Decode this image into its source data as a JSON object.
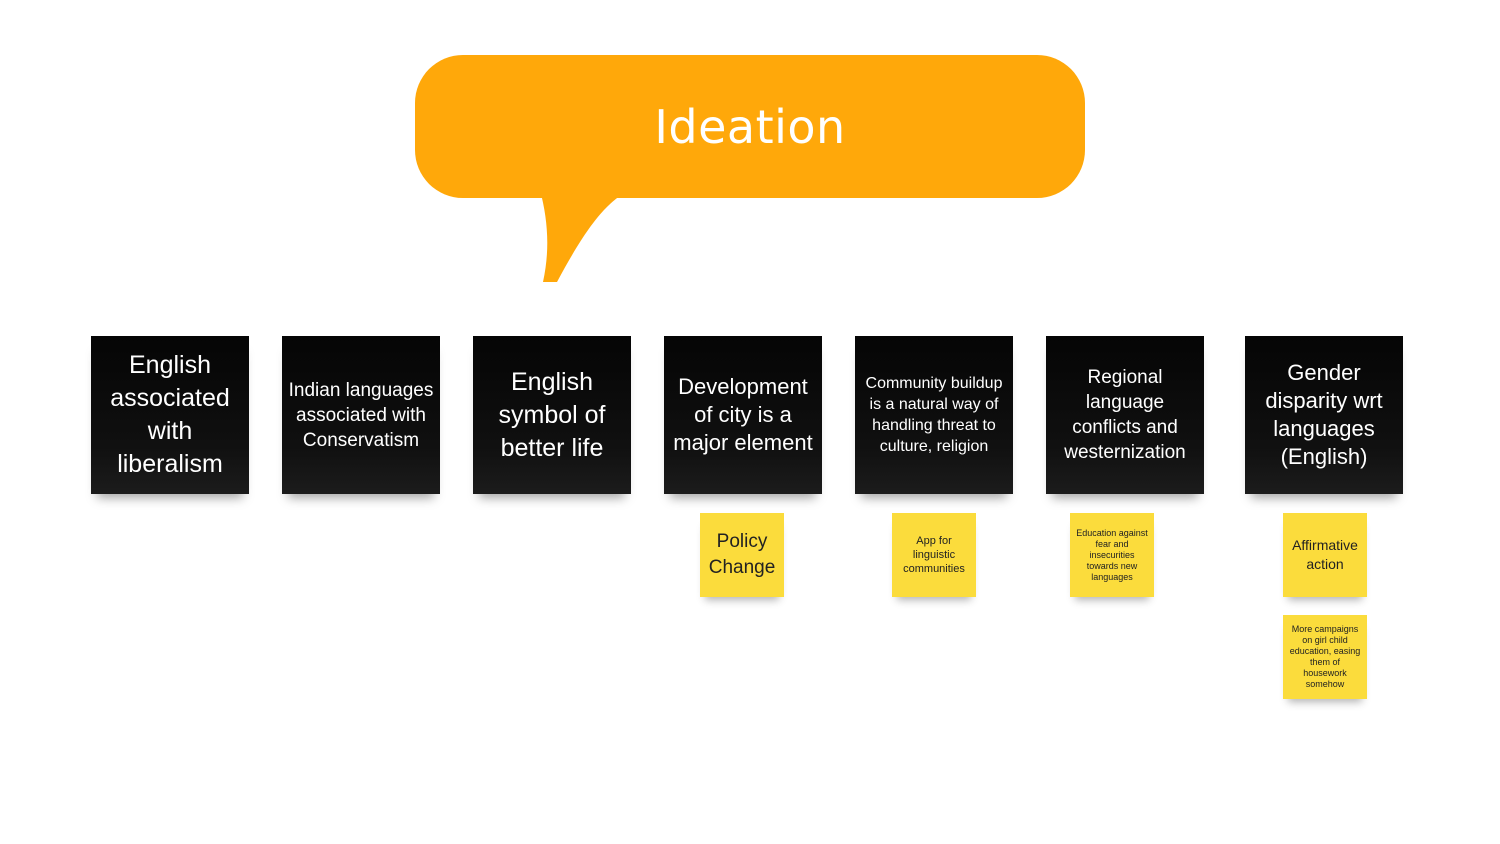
{
  "title": "Ideation",
  "colors": {
    "bubble": "#ffa80a",
    "note_dark": "#0a0a0a",
    "note_yellow": "#fbdc3c"
  },
  "notes": [
    {
      "text": "English associated with liberalism"
    },
    {
      "text": "Indian languages associated with Conservatism"
    },
    {
      "text": "English symbol of better life"
    },
    {
      "text": "Development of city is a major element"
    },
    {
      "text": "Community buildup is a natural way of handling threat to culture, religion"
    },
    {
      "text": "Regional language conflicts and westernization"
    },
    {
      "text": "Gender disparity wrt languages (English)"
    }
  ],
  "ideas": [
    {
      "text": "Policy Change"
    },
    {
      "text": "App for linguistic communities"
    },
    {
      "text": "Education against fear and insecurities towards new languages"
    },
    {
      "text": "Affirmative action"
    },
    {
      "text": "More campaigns on girl child education, easing them of housework somehow"
    }
  ]
}
